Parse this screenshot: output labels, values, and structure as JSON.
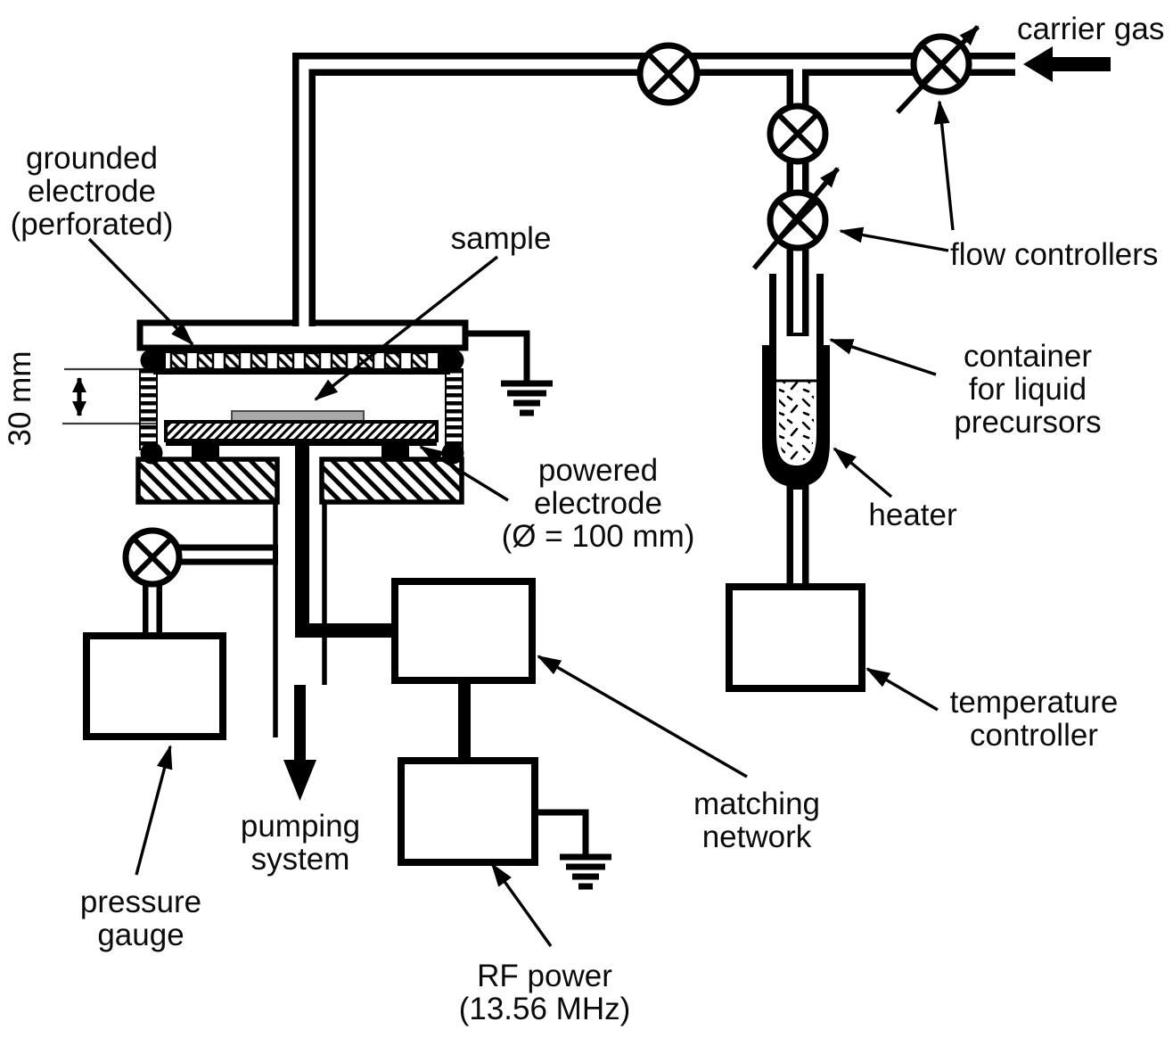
{
  "figure": {
    "type": "schematic-diagram"
  },
  "labels": {
    "carrier_gas": "carrier gas",
    "flow_controllers": "flow controllers",
    "grounded_electrode": [
      "grounded",
      "electrode",
      "(perforated)"
    ],
    "sample": "sample",
    "gap_dimension": "30 mm",
    "container_liquid_precursors": [
      "container",
      "for liquid",
      "precursors"
    ],
    "heater": "heater",
    "temperature_controller": [
      "temperature",
      "controller"
    ],
    "powered_electrode": [
      "powered",
      "electrode",
      "(Ø = 100 mm)"
    ],
    "matching_network": [
      "matching",
      "network"
    ],
    "rf_power": [
      "RF power",
      "(13.56 MHz)"
    ],
    "pumping_system": [
      "pumping",
      "system"
    ],
    "pressure_gauge": [
      "pressure",
      "gauge"
    ]
  },
  "colors": {
    "line": "#000000",
    "background": "#ffffff",
    "sample_fill": "#a9a9a9"
  },
  "symbols": {
    "valve": "circle-x-valve-icon",
    "flow_controller": "circle-x-with-diagonal-arrow-icon",
    "ground": "ground-symbol-icon",
    "gas_inlet": "solid-left-arrow",
    "pump_direction": "solid-down-arrow",
    "gap_dimension": "double-headed-vertical-arrow"
  }
}
